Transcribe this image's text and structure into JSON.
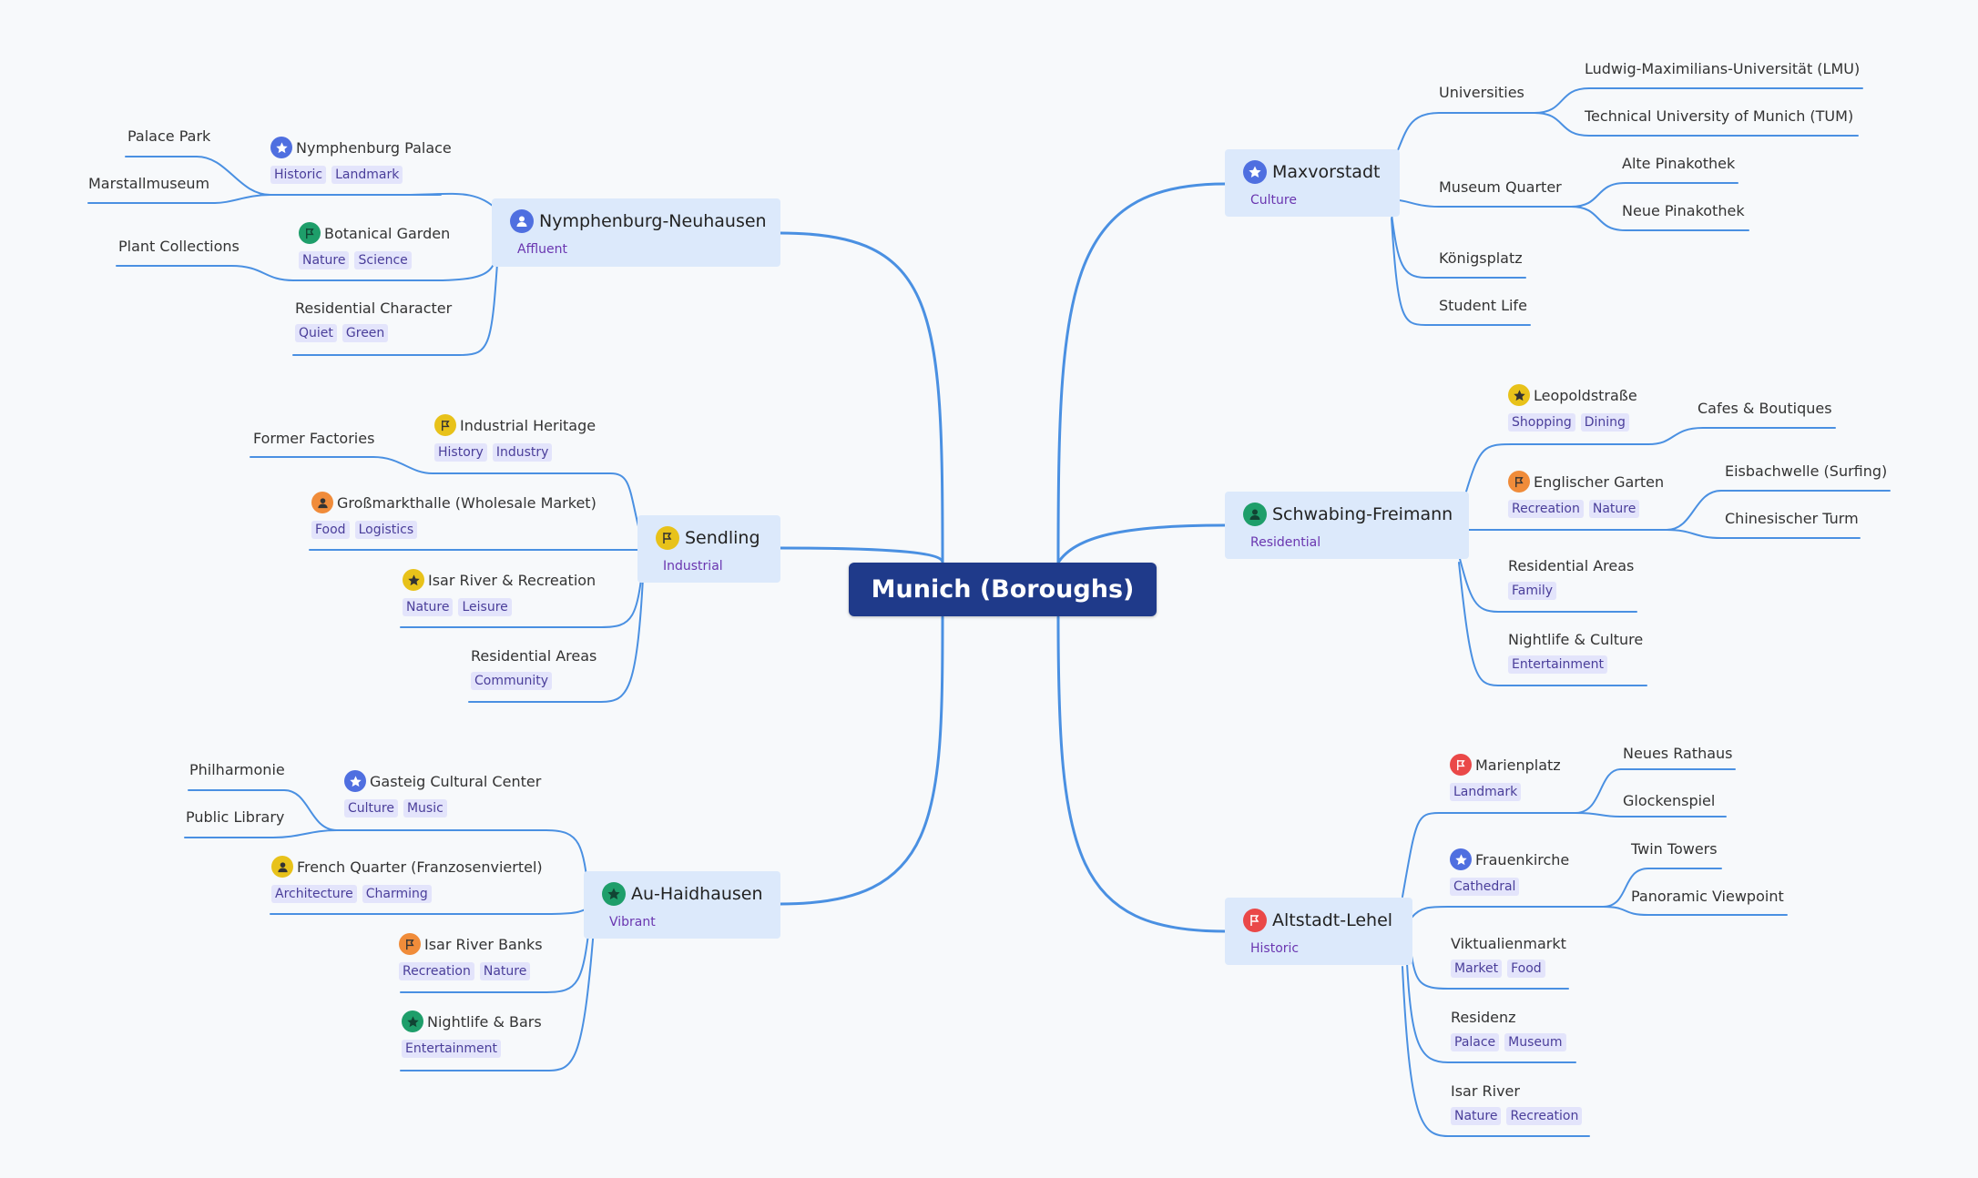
{
  "center": "Munich (Boroughs)",
  "colors": {
    "accent": "#1f3a8a",
    "edge": "#4a90e2",
    "branch_bg": "#dce9fb",
    "tag_bg": "#e3e4fb",
    "tag_text": "#4a3e9a",
    "subtitle": "#6a36b0"
  },
  "branches": {
    "nymphenburg": {
      "title": "Nymphenburg-Neuhausen",
      "subtitle": "Affluent",
      "icon": "user-icon"
    },
    "sendling": {
      "title": "Sendling",
      "subtitle": "Industrial",
      "icon": "flag-icon"
    },
    "au": {
      "title": "Au-Haidhausen",
      "subtitle": "Vibrant",
      "icon": "star-icon"
    },
    "maxvorstadt": {
      "title": "Maxvorstadt",
      "subtitle": "Culture",
      "icon": "star-badge-icon"
    },
    "schwabing": {
      "title": "Schwabing-Freimann",
      "subtitle": "Residential",
      "icon": "user-icon"
    },
    "altstadt": {
      "title": "Altstadt-Lehel",
      "subtitle": "Historic",
      "icon": "flag-icon"
    }
  },
  "nodes": {
    "nymph_palace": {
      "title": "Nymphenburg Palace",
      "tags": [
        "Historic",
        "Landmark"
      ],
      "icon": "star-badge-icon"
    },
    "palace_park": {
      "title": "Palace Park"
    },
    "marstall": {
      "title": "Marstallmuseum"
    },
    "botanical": {
      "title": "Botanical Garden",
      "tags": [
        "Nature",
        "Science"
      ],
      "icon": "flag-icon"
    },
    "plant": {
      "title": "Plant Collections"
    },
    "res_char": {
      "title": "Residential Character",
      "tags": [
        "Quiet",
        "Green"
      ]
    },
    "ind_heritage": {
      "title": "Industrial Heritage",
      "tags": [
        "History",
        "Industry"
      ],
      "icon": "flag-icon"
    },
    "former_fact": {
      "title": "Former Factories"
    },
    "grossmarkt": {
      "title": "Großmarkthalle (Wholesale Market)",
      "tags": [
        "Food",
        "Logistics"
      ],
      "icon": "user-icon"
    },
    "isar_rec": {
      "title": "Isar River & Recreation",
      "tags": [
        "Nature",
        "Leisure"
      ],
      "icon": "star-icon"
    },
    "sendling_res": {
      "title": "Residential Areas",
      "tags": [
        "Community"
      ]
    },
    "gasteig": {
      "title": "Gasteig Cultural Center",
      "tags": [
        "Culture",
        "Music"
      ],
      "icon": "star-badge-icon"
    },
    "philharmonie": {
      "title": "Philharmonie"
    },
    "library": {
      "title": "Public Library"
    },
    "french_q": {
      "title": "French Quarter (Franzosenviertel)",
      "tags": [
        "Architecture",
        "Charming"
      ],
      "icon": "user-icon"
    },
    "isar_banks": {
      "title": "Isar River Banks",
      "tags": [
        "Recreation",
        "Nature"
      ],
      "icon": "flag-icon"
    },
    "nightlife_bars": {
      "title": "Nightlife & Bars",
      "tags": [
        "Entertainment"
      ],
      "icon": "star-icon"
    },
    "universities": {
      "title": "Universities"
    },
    "lmu": {
      "title": "Ludwig-Maximilians-Universität (LMU)"
    },
    "tum": {
      "title": "Technical University of Munich (TUM)"
    },
    "museum_q": {
      "title": "Museum Quarter"
    },
    "alte": {
      "title": "Alte Pinakothek"
    },
    "neue": {
      "title": "Neue Pinakothek"
    },
    "koenigsplatz": {
      "title": "Königsplatz"
    },
    "student": {
      "title": "Student Life"
    },
    "leopold": {
      "title": "Leopoldstraße",
      "tags": [
        "Shopping",
        "Dining"
      ],
      "icon": "star-icon"
    },
    "cafes": {
      "title": "Cafes & Boutiques"
    },
    "englischer": {
      "title": "Englischer Garten",
      "tags": [
        "Recreation",
        "Nature"
      ],
      "icon": "flag-icon"
    },
    "eisbach": {
      "title": "Eisbachwelle (Surfing)"
    },
    "chinesischer": {
      "title": "Chinesischer Turm"
    },
    "schwab_res": {
      "title": "Residential Areas",
      "tags": [
        "Family"
      ]
    },
    "nightlife_cult": {
      "title": "Nightlife & Culture",
      "tags": [
        "Entertainment"
      ]
    },
    "marienplatz": {
      "title": "Marienplatz",
      "tags": [
        "Landmark"
      ],
      "icon": "flag-icon"
    },
    "rathaus": {
      "title": "Neues Rathaus"
    },
    "glockenspiel": {
      "title": "Glockenspiel"
    },
    "frauenkirche": {
      "title": "Frauenkirche",
      "tags": [
        "Cathedral"
      ],
      "icon": "star-badge-icon"
    },
    "twin": {
      "title": "Twin Towers"
    },
    "panoramic": {
      "title": "Panoramic Viewpoint"
    },
    "viktualien": {
      "title": "Viktualienmarkt",
      "tags": [
        "Market",
        "Food"
      ]
    },
    "residenz": {
      "title": "Residenz",
      "tags": [
        "Palace",
        "Museum"
      ]
    },
    "isar_river": {
      "title": "Isar River",
      "tags": [
        "Nature",
        "Recreation"
      ]
    }
  }
}
